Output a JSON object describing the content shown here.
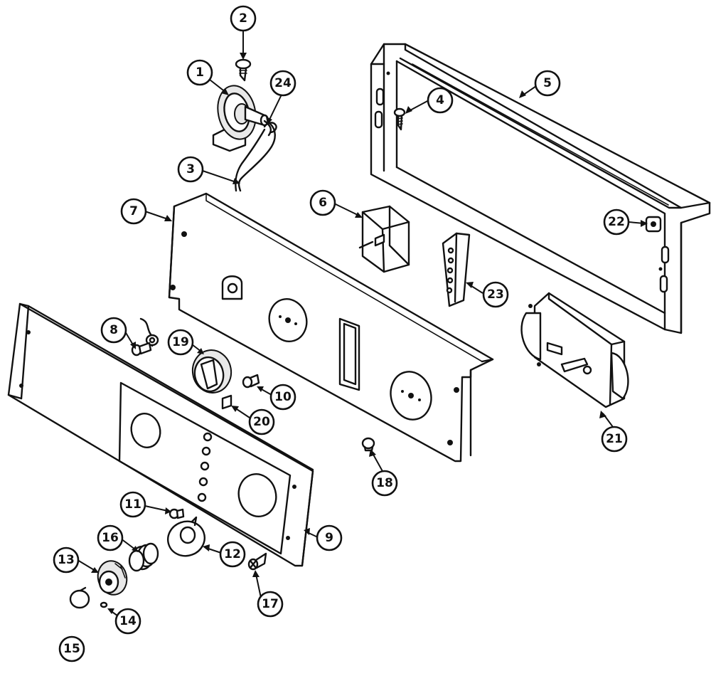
{
  "diagram": {
    "callouts": [
      {
        "id": "c1",
        "label": "1"
      },
      {
        "id": "c2",
        "label": "2"
      },
      {
        "id": "c3",
        "label": "3"
      },
      {
        "id": "c4",
        "label": "4"
      },
      {
        "id": "c5",
        "label": "5"
      },
      {
        "id": "c6",
        "label": "6"
      },
      {
        "id": "c7",
        "label": "7"
      },
      {
        "id": "c8",
        "label": "8"
      },
      {
        "id": "c9",
        "label": "9"
      },
      {
        "id": "c10",
        "label": "10"
      },
      {
        "id": "c11",
        "label": "11"
      },
      {
        "id": "c12",
        "label": "12"
      },
      {
        "id": "c13",
        "label": "13"
      },
      {
        "id": "c14",
        "label": "14"
      },
      {
        "id": "c15",
        "label": "15"
      },
      {
        "id": "c16",
        "label": "16"
      },
      {
        "id": "c17",
        "label": "17"
      },
      {
        "id": "c18",
        "label": "18"
      },
      {
        "id": "c19",
        "label": "19"
      },
      {
        "id": "c20",
        "label": "20"
      },
      {
        "id": "c21",
        "label": "21"
      },
      {
        "id": "c22",
        "label": "22"
      },
      {
        "id": "c23",
        "label": "23"
      },
      {
        "id": "c24",
        "label": "24"
      }
    ]
  }
}
